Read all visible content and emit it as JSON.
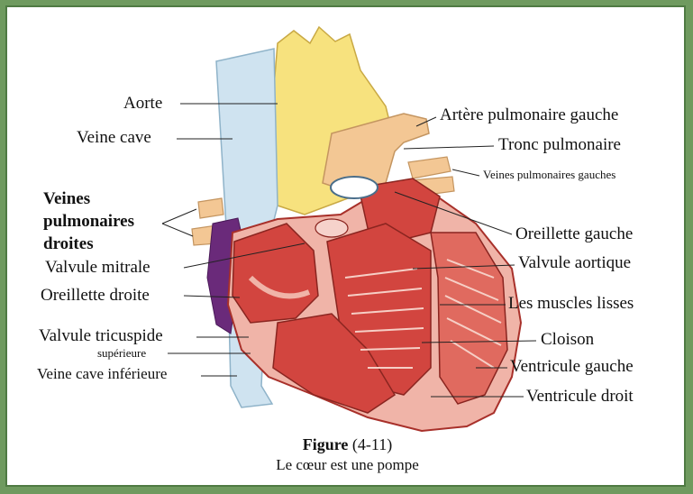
{
  "labels": {
    "aorte": "Aorte",
    "veine_cave": "Veine cave",
    "veines_pulm_droites_1": "Veines",
    "veines_pulm_droites_2": "pulmonaires",
    "veines_pulm_droites_3": "droites",
    "valvule_mitrale": "Valvule mitrale",
    "oreillette_droite": "Oreillette droite",
    "valvule_tricuspide": "Valvule tricuspide",
    "superieure": "supérieure",
    "veine_cave_inferieure": "Veine cave inférieure",
    "artere_pulmonaire_gauche": "Artère pulmonaire gauche",
    "tronc_pulmonaire": "Tronc pulmonaire",
    "veines_pulm_gauches": "Veines pulmonaires gauches",
    "oreillette_gauche": "Oreillette gauche",
    "valvule_aortique": "Valvule aortique",
    "muscles_lisses": "Les muscles lisses",
    "cloison": "Cloison",
    "ventricule_gauche": "Ventricule gauche",
    "ventricule_droit": "Ventricule droit"
  },
  "caption": {
    "figure_word": "Figure",
    "figure_number": "(4-11)",
    "subtitle": "Le cœur est une pompe"
  },
  "colors": {
    "background_frame": "#6f9a5f",
    "aorta": "#f7e27e",
    "vena_cava": "#cfe3f0",
    "muscle": "#d2453f",
    "muscle_light": "#f0b4a8",
    "pulmonary": "#f3c794",
    "vein_purple": "#6a2a7a"
  }
}
